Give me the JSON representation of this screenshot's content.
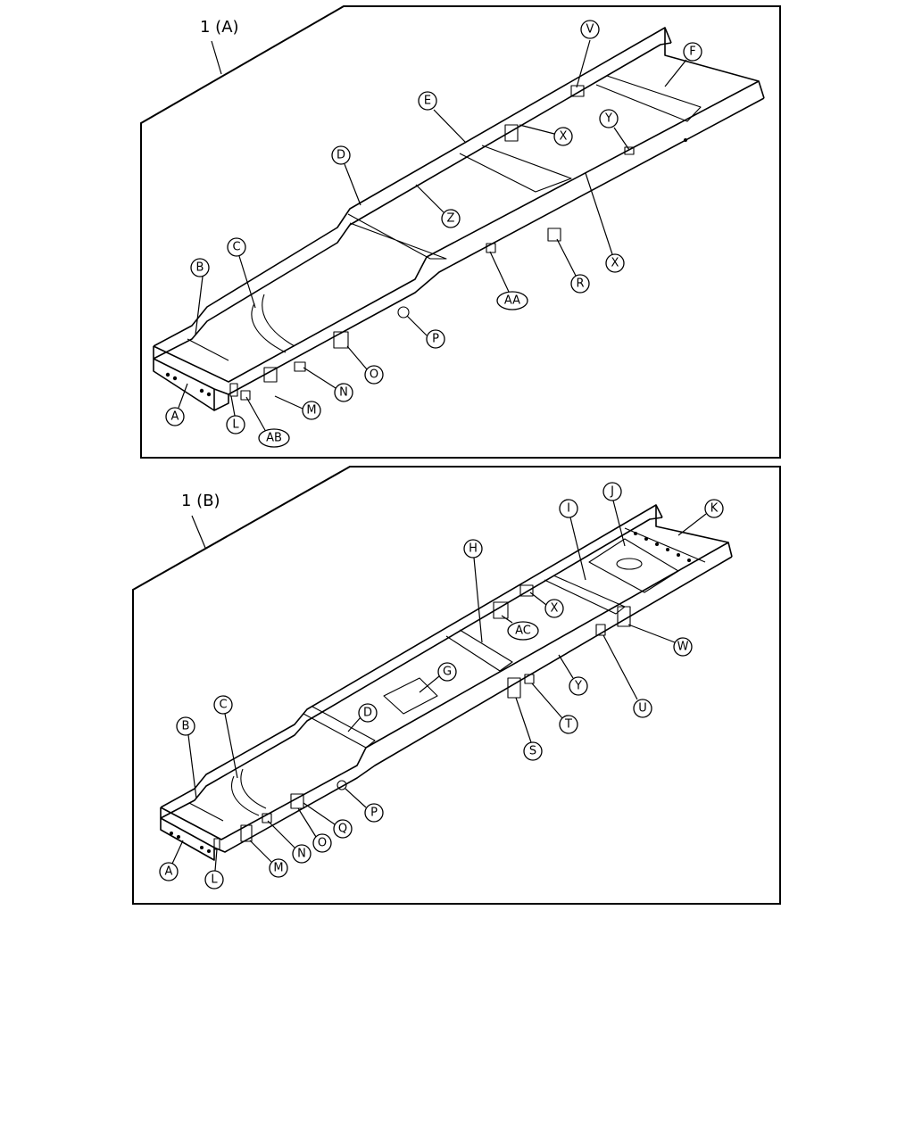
{
  "diagram": {
    "panel_a": {
      "title": "1 (A)",
      "callouts": [
        "V",
        "F",
        "E",
        "X",
        "Y",
        "D",
        "Z",
        "C",
        "B",
        "X",
        "R",
        "AA",
        "P",
        "O",
        "N",
        "M",
        "AB",
        "L",
        "A"
      ]
    },
    "panel_b": {
      "title": "1 (B)",
      "callouts": [
        "J",
        "K",
        "I",
        "H",
        "X",
        "AC",
        "W",
        "G",
        "Y",
        "U",
        "D",
        "T",
        "C",
        "S",
        "B",
        "P",
        "Q",
        "O",
        "N",
        "M",
        "L",
        "A"
      ]
    }
  }
}
